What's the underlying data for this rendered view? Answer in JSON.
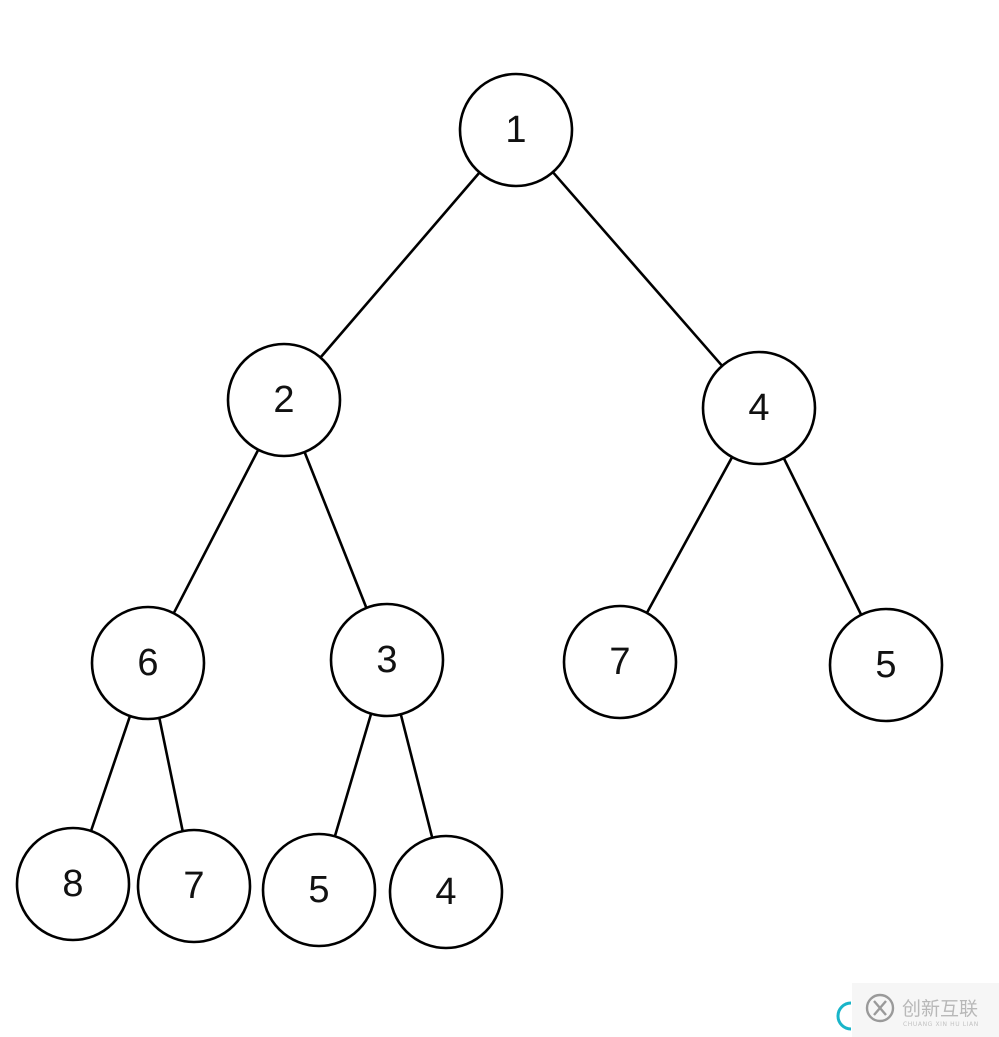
{
  "tree": {
    "nodes": [
      {
        "id": "n1",
        "label": "1"
      },
      {
        "id": "n2",
        "label": "2"
      },
      {
        "id": "n4a",
        "label": "4"
      },
      {
        "id": "n6",
        "label": "6"
      },
      {
        "id": "n3",
        "label": "3"
      },
      {
        "id": "n7a",
        "label": "7"
      },
      {
        "id": "n5a",
        "label": "5"
      },
      {
        "id": "n8",
        "label": "8"
      },
      {
        "id": "n7b",
        "label": "7"
      },
      {
        "id": "n5b",
        "label": "5"
      },
      {
        "id": "n4b",
        "label": "4"
      }
    ],
    "edges": [
      {
        "from": "n1",
        "to": "n2"
      },
      {
        "from": "n1",
        "to": "n4a"
      },
      {
        "from": "n2",
        "to": "n6"
      },
      {
        "from": "n2",
        "to": "n3"
      },
      {
        "from": "n4a",
        "to": "n7a"
      },
      {
        "from": "n4a",
        "to": "n5a"
      },
      {
        "from": "n6",
        "to": "n8"
      },
      {
        "from": "n6",
        "to": "n7b"
      },
      {
        "from": "n3",
        "to": "n5b"
      },
      {
        "from": "n3",
        "to": "n4b"
      }
    ]
  },
  "watermark": {
    "brand_text": "创新互联",
    "brand_subtext": "CHUANG XIN HU LIAN",
    "icon": "brand-logo-icon",
    "colors": {
      "logo": "#9a9a9a",
      "accent": "#19b5c9"
    }
  }
}
